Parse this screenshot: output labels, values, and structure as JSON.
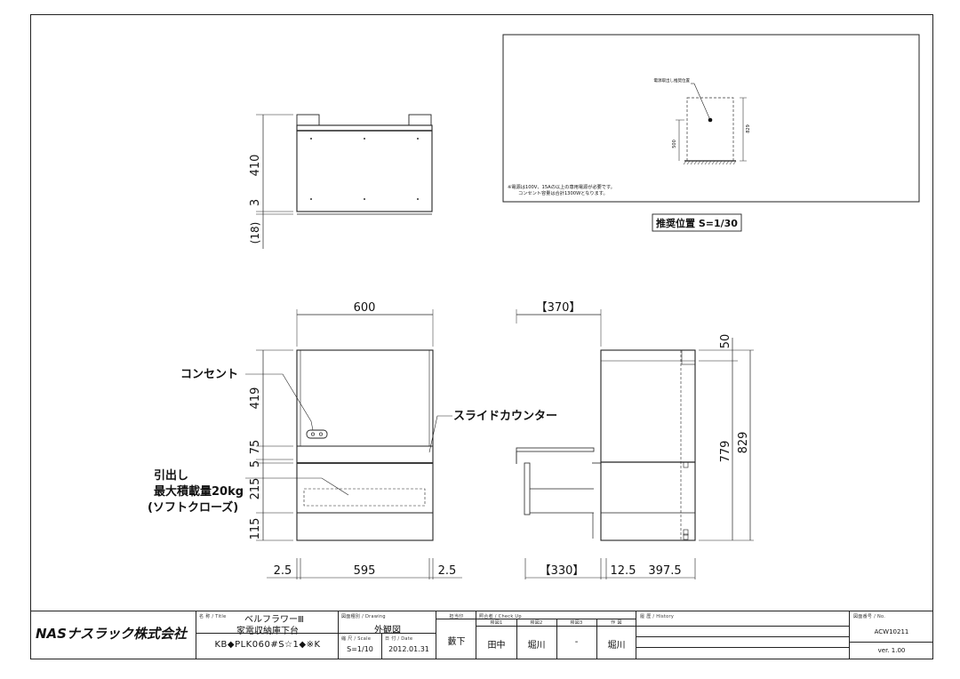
{
  "notes": {
    "panel_label": "推奨位置 S=1/30",
    "power_label": "電源取出し推奨位置",
    "dim_500": "500",
    "dim_829_small": "829",
    "note_line1": "※電源は100V、15Aの以上の専用電源が必要です。",
    "note_line2": "コンセント容量は合計1300Wとなります。"
  },
  "top_view": {
    "dim_410": "410",
    "dim_3": "3",
    "dim_18": "(18)"
  },
  "front_view": {
    "width_600": "600",
    "dim_419": "419",
    "dim_75": "75",
    "dim_5": "5",
    "dim_215": "215",
    "dim_115": "115",
    "bottom_left": "2.5",
    "bottom_mid": "595",
    "bottom_right": "2.5",
    "label_outlet": "コンセント",
    "label_drawer_1": "引出し",
    "label_drawer_2": "最大積載量20kg",
    "label_drawer_3": "(ソフトクローズ)",
    "label_slide": "スライドカウンター"
  },
  "side_view": {
    "top_370": "【370】",
    "dim_50": "50",
    "dim_779": "779",
    "dim_829": "829",
    "bottom_330": "【330】",
    "bottom_125": "12.5",
    "bottom_3975": "397.5"
  },
  "title_block": {
    "company": "NASナスラック株式会社",
    "title_label": "名 称 / Title",
    "title_name": "ベルフラワーⅢ",
    "title_sub": "家電収納庫下台",
    "model": "KB◆PLK060#S☆1◆※K",
    "drawing_label": "図面種別 / Drawing",
    "drawing_value": "外観図",
    "scale_label": "縮 尺 / Scale",
    "scale_value": "S=1/10",
    "date_label": "日 付 / Date",
    "date_value": "2012.01.31",
    "drafter_label": "担当印",
    "drafter_value": "藪下",
    "check_label": "照合者 / Check Up",
    "check_h1": "検図1",
    "check_h2": "検図2",
    "check_h3": "検図3",
    "check_h4": "作 図",
    "check_v1": "田中",
    "check_v2": "堀川",
    "check_v3": "-",
    "check_v4": "堀川",
    "history_label": "履 歴 / History",
    "no_label": "図面番号 / No.",
    "no_value": "ACW10211",
    "version": "ver. 1.00"
  }
}
